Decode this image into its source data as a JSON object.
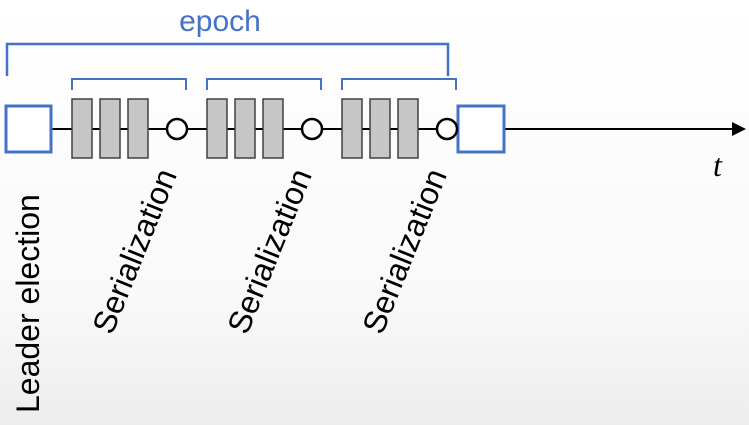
{
  "labels": {
    "epoch": "epoch",
    "time_axis": "t",
    "leader_election": "Leader election",
    "serialization": "Serialization"
  },
  "groups": 3,
  "blocks_per_group": 3,
  "colors": {
    "accent": "#4472C4",
    "block_fill": "#C6C6C6",
    "line": "#000000"
  }
}
